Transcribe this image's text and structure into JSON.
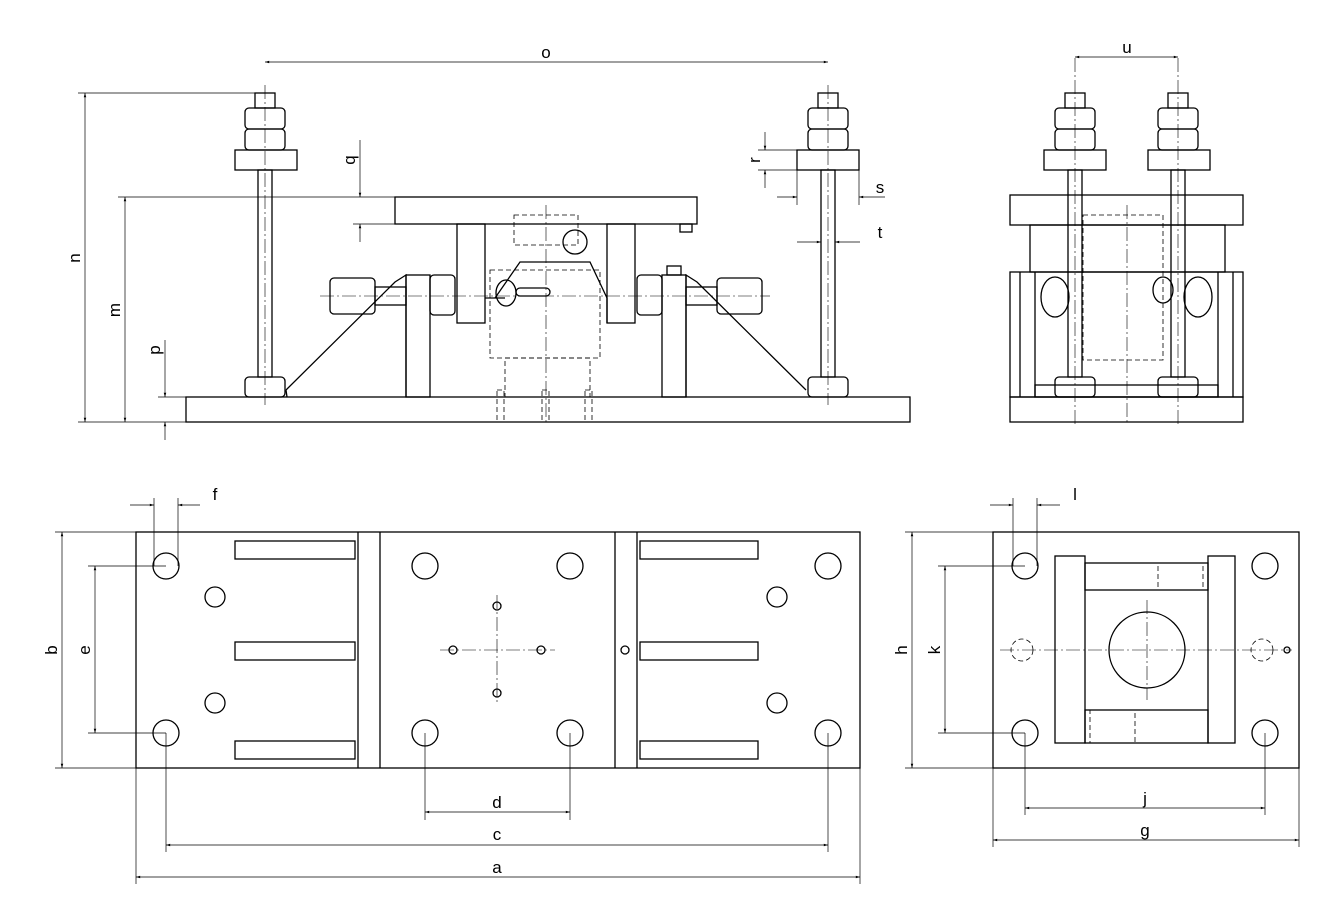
{
  "title": "Load cell mounting assembly dimension drawing",
  "dimensions": {
    "a": "a",
    "b": "b",
    "c": "c",
    "d": "d",
    "e": "e",
    "f": "f",
    "g": "g",
    "h": "h",
    "j": "j",
    "k": "k",
    "l": "l",
    "m": "m",
    "n": "n",
    "o": "o",
    "p": "p",
    "q": "q",
    "r": "r",
    "s": "s",
    "t": "t",
    "u": "u"
  },
  "colors": {
    "line": "#000000",
    "background": "#ffffff"
  }
}
